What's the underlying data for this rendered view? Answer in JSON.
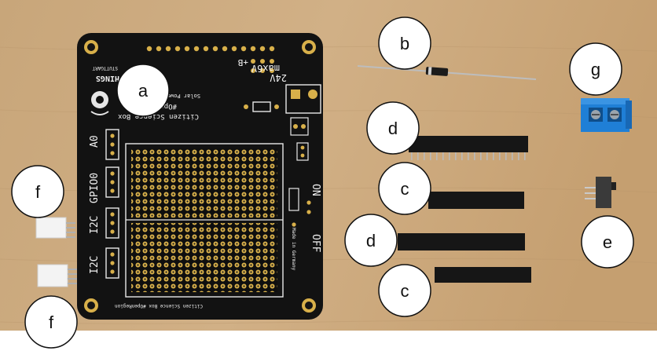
{
  "photo": {
    "colors": {
      "table": "#c9a97c",
      "pcb": "#111111",
      "gold": "#d8b04a",
      "terminal": "#1f7fd6",
      "connector": "#f3f3f3"
    }
  },
  "board": {
    "texts": {
      "brand": "THINGS",
      "city": "STUTTGART",
      "title1": "Citizen Science Box",
      "title2": "#OpenRegion",
      "solar": "Solar Power",
      "max": "max6V",
      "v24": "24V",
      "plus_b": "+B",
      "a0": "A0",
      "gpio": "GPIO0",
      "i2c1": "I2C",
      "i2c2": "I2C",
      "on": "ON",
      "off": "OFF",
      "made": "Made in Germany",
      "footer": "Citizen Science Box #OpenRegion"
    }
  },
  "labels": [
    {
      "id": "a",
      "text": "a"
    },
    {
      "id": "b",
      "text": "b"
    },
    {
      "id": "g",
      "text": "g"
    },
    {
      "id": "d1",
      "text": "d"
    },
    {
      "id": "c1",
      "text": "c"
    },
    {
      "id": "f1",
      "text": "f"
    },
    {
      "id": "d2",
      "text": "d"
    },
    {
      "id": "e",
      "text": "e"
    },
    {
      "id": "c2",
      "text": "c"
    },
    {
      "id": "f2",
      "text": "f"
    }
  ]
}
